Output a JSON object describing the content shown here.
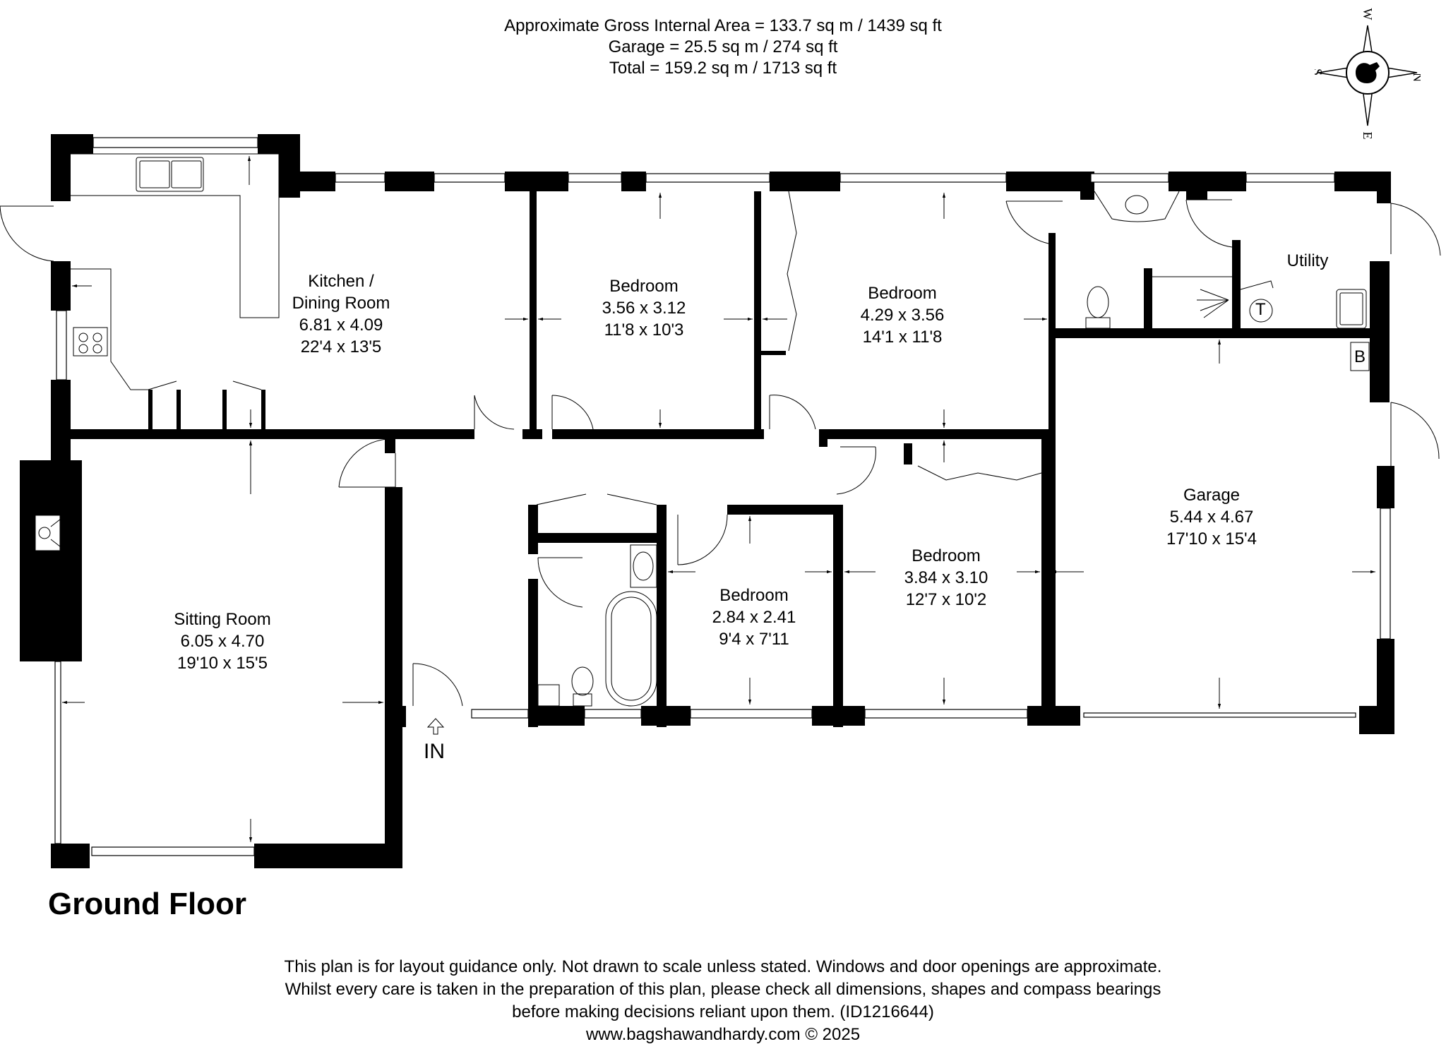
{
  "header": {
    "gross_internal_area": "Approximate Gross Internal Area = 133.7 sq m / 1439 sq ft",
    "garage_area": "Garage = 25.5 sq m / 274 sq ft",
    "total_area": "Total = 159.2 sq m / 1713 sq ft"
  },
  "compass": {
    "north": "N",
    "south": "S",
    "east": "E",
    "west": "W",
    "emblem_icon": "heraldic-emblem-icon"
  },
  "rooms": [
    {
      "id": "kitchen-dining",
      "name": "Kitchen /",
      "name2": "Dining Room",
      "metric": "6.81 x 4.09",
      "imperial": "22'4 x 13'5"
    },
    {
      "id": "bedroom-1",
      "name": "Bedroom",
      "metric": "3.56 x 3.12",
      "imperial": "11'8 x 10'3"
    },
    {
      "id": "bedroom-2",
      "name": "Bedroom",
      "metric": "4.29 x 3.56",
      "imperial": "14'1 x 11'8"
    },
    {
      "id": "utility",
      "name": "Utility"
    },
    {
      "id": "sitting-room",
      "name": "Sitting Room",
      "metric": "6.05 x 4.70",
      "imperial": "19'10 x 15'5"
    },
    {
      "id": "bedroom-3",
      "name": "Bedroom",
      "metric": "2.84 x 2.41",
      "imperial": "9'4 x 7'11"
    },
    {
      "id": "bedroom-4",
      "name": "Bedroom",
      "metric": "3.84 x 3.10",
      "imperial": "12'7 x 10'2"
    },
    {
      "id": "garage",
      "name": "Garage",
      "metric": "5.44 x 4.67",
      "imperial": "17'10 x 15'4"
    }
  ],
  "fixtures": {
    "tank_label": "T",
    "boiler_label": "B"
  },
  "entrance": {
    "label": "IN"
  },
  "floor_title": "Ground Floor",
  "disclaimer": {
    "line1": "This plan is for layout guidance only. Not drawn to scale unless stated. Windows and door openings are approximate.",
    "line2": "Whilst every care is taken in the preparation of this plan, please check all dimensions, shapes and compass bearings",
    "line3": "before making decisions reliant upon them. (ID1216644)",
    "website": "www.bagshawandhardy.com © 2025"
  },
  "colors": {
    "wall": "#000000",
    "line": "#333333",
    "background": "#ffffff"
  }
}
